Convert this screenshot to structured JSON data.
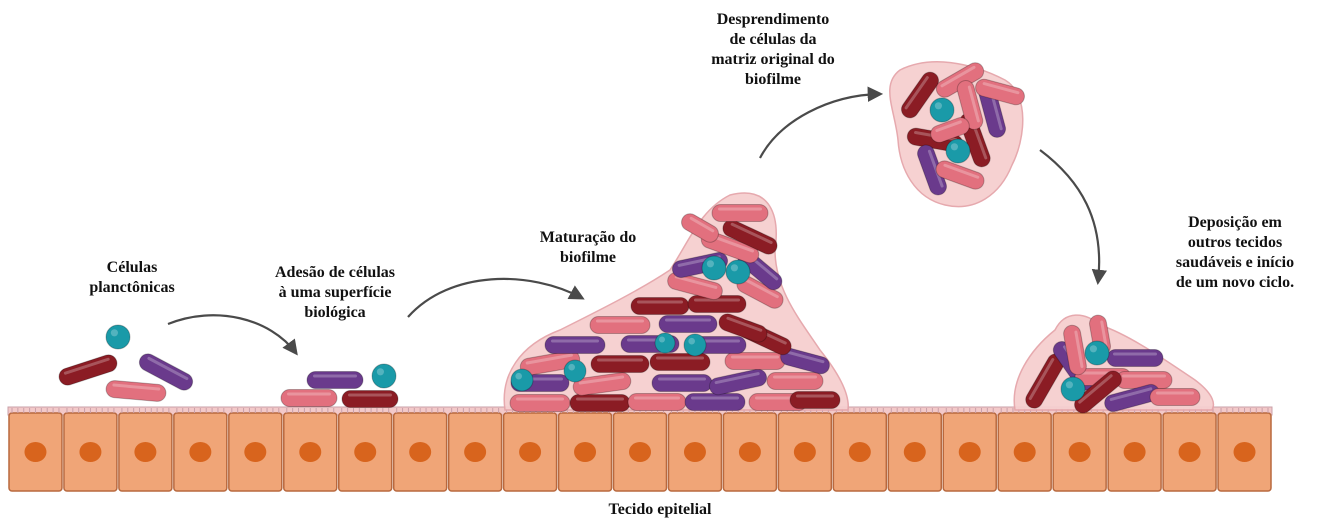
{
  "labels": {
    "planktonic": [
      "Células",
      "planctônicas"
    ],
    "adhesion": [
      "Adesão de células",
      "à uma superfície",
      "biológica"
    ],
    "maturation": [
      "Maturação do",
      "biofilme"
    ],
    "detachment": [
      "Desprendimento",
      "de células da",
      "matriz original do",
      "biofilme"
    ],
    "deposition": [
      "Deposição em",
      "outros tecidos",
      "saudáveis e início",
      "de um novo ciclo."
    ],
    "tissue": "Tecido epitelial"
  },
  "colors": {
    "dark_red": "#8b1c24",
    "pink": "#e2707e",
    "purple": "#6a3a8c",
    "teal": "#1a9aa8",
    "cell_fill": "#f0a577",
    "nucleus": "#d8641d",
    "matrix": "#f6cfcf"
  },
  "icons": [
    "bacterium-rod-icon",
    "coccus-icon",
    "arrow-icon",
    "epithelial-cell-icon"
  ]
}
